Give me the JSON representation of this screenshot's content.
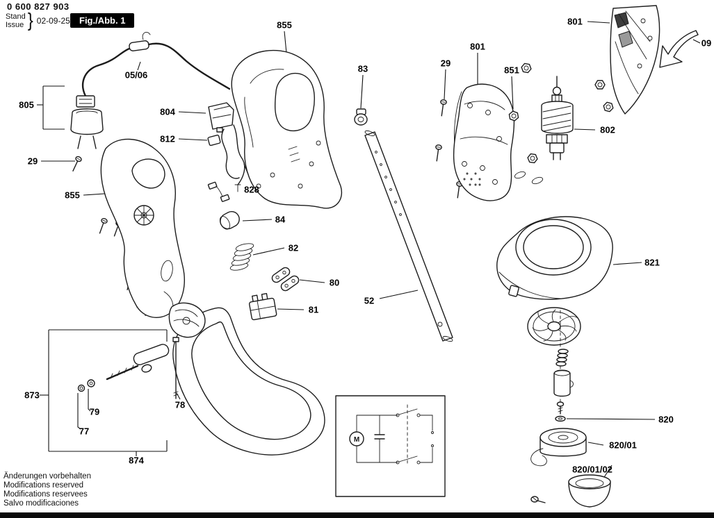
{
  "header": {
    "part_number": "0 600 827 903",
    "stand": "Stand",
    "issue": "Issue",
    "brace": "}",
    "date": "02-09-25",
    "figure": "Fig./Abb. 1"
  },
  "callouts": [
    {
      "label": "855"
    },
    {
      "label": "05/06"
    },
    {
      "label": "805"
    },
    {
      "label": "804"
    },
    {
      "label": "812"
    },
    {
      "label": "29"
    },
    {
      "label": "855"
    },
    {
      "label": "828"
    },
    {
      "label": "84"
    },
    {
      "label": "82"
    },
    {
      "label": "80"
    },
    {
      "label": "81"
    },
    {
      "label": "83"
    },
    {
      "label": "52"
    },
    {
      "label": "29"
    },
    {
      "label": "801"
    },
    {
      "label": "851"
    },
    {
      "label": "801"
    },
    {
      "label": "09"
    },
    {
      "label": "802"
    },
    {
      "label": "821"
    },
    {
      "label": "873"
    },
    {
      "label": "79"
    },
    {
      "label": "77"
    },
    {
      "label": "78"
    },
    {
      "label": "874"
    },
    {
      "label": "820"
    },
    {
      "label": "820/01"
    },
    {
      "label": "820/01/02"
    }
  ],
  "circuit": {
    "motor_label": "M"
  },
  "footer": {
    "line1": "Änderungen vorbehalten",
    "line2": "Modifications reserved",
    "line3": "Modifications reservees",
    "line4": "Salvo modificaciones"
  }
}
